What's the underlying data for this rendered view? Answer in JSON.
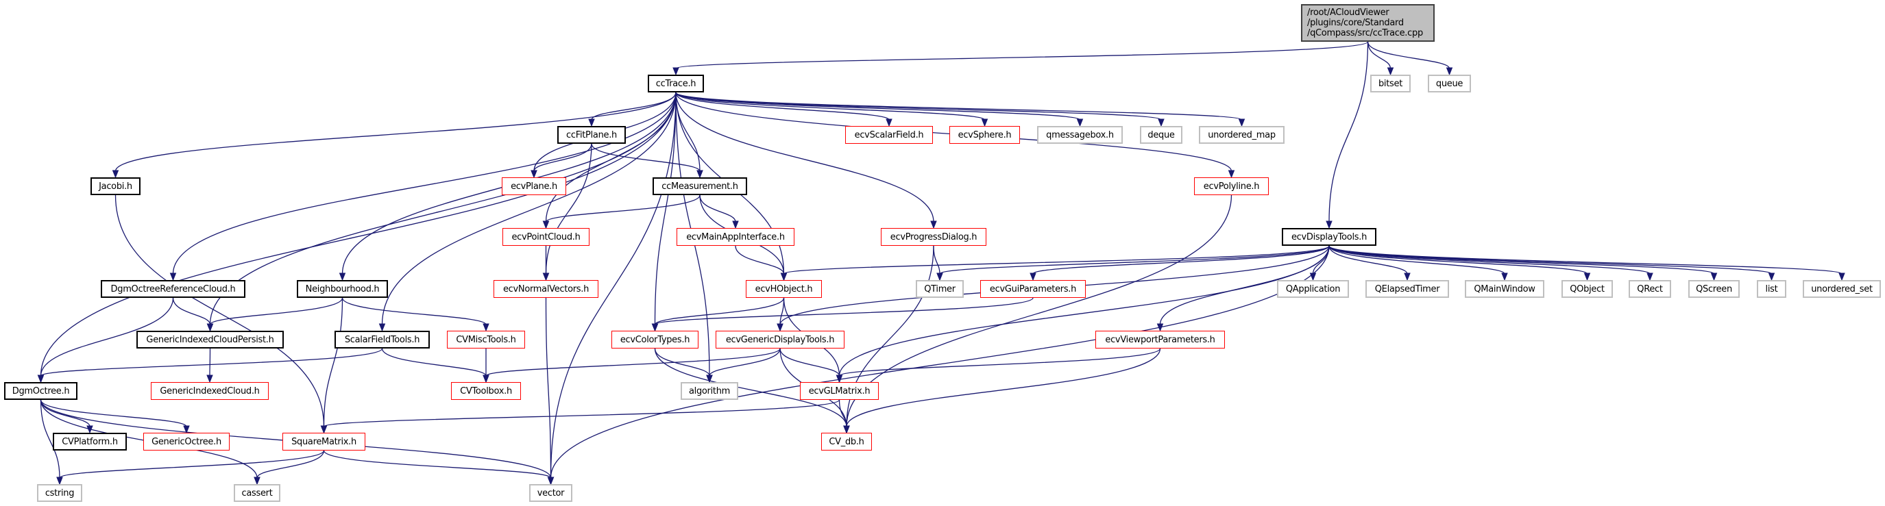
{
  "colors": {
    "edge": "#191970",
    "documented_border": "#000000",
    "incomplete_border": "#ff0000",
    "external_border": "#bfbfbf",
    "root_fill": "#bfbfbf"
  },
  "nodes": [
    {
      "id": "root",
      "label": "/root/ACloudViewer\n/plugins/core/Standard\n/qCompass/src/ccTrace.cpp",
      "kind": "root"
    },
    {
      "id": "ccTrace",
      "label": "ccTrace.h",
      "kind": "doc"
    },
    {
      "id": "bitset",
      "label": "bitset",
      "kind": "ext"
    },
    {
      "id": "queue",
      "label": "queue",
      "kind": "ext"
    },
    {
      "id": "ecvDisplayTools",
      "label": "ecvDisplayTools.h",
      "kind": "doc"
    },
    {
      "id": "ecvScalarField",
      "label": "ecvScalarField.h",
      "kind": "red"
    },
    {
      "id": "ecvSphere",
      "label": "ecvSphere.h",
      "kind": "red"
    },
    {
      "id": "qmessagebox",
      "label": "qmessagebox.h",
      "kind": "ext"
    },
    {
      "id": "deque",
      "label": "deque",
      "kind": "ext"
    },
    {
      "id": "unordered_map",
      "label": "unordered_map",
      "kind": "ext"
    },
    {
      "id": "ecvPolyline",
      "label": "ecvPolyline.h",
      "kind": "red"
    },
    {
      "id": "ecvProgressDialog",
      "label": "ecvProgressDialog.h",
      "kind": "red"
    },
    {
      "id": "ecvMainAppInterface",
      "label": "ecvMainAppInterface.h",
      "kind": "red"
    },
    {
      "id": "ccMeasurement",
      "label": "ccMeasurement.h",
      "kind": "doc"
    },
    {
      "id": "ccFitPlane",
      "label": "ccFitPlane.h",
      "kind": "doc"
    },
    {
      "id": "ecvPlane",
      "label": "ecvPlane.h",
      "kind": "red"
    },
    {
      "id": "Jacobi",
      "label": "Jacobi.h",
      "kind": "doc"
    },
    {
      "id": "ecvPointCloud",
      "label": "ecvPointCloud.h",
      "kind": "red"
    },
    {
      "id": "DgmOctreeReferenceCloud",
      "label": "DgmOctreeReferenceCloud.h",
      "kind": "doc"
    },
    {
      "id": "Neighbourhood",
      "label": "Neighbourhood.h",
      "kind": "doc"
    },
    {
      "id": "ecvNormalVectors",
      "label": "ecvNormalVectors.h",
      "kind": "red"
    },
    {
      "id": "ecvHObject",
      "label": "ecvHObject.h",
      "kind": "red"
    },
    {
      "id": "QTimer",
      "label": "QTimer",
      "kind": "ext"
    },
    {
      "id": "ecvGuiParameters",
      "label": "ecvGuiParameters.h",
      "kind": "red"
    },
    {
      "id": "QApplication",
      "label": "QApplication",
      "kind": "ext"
    },
    {
      "id": "QElapsedTimer",
      "label": "QElapsedTimer",
      "kind": "ext"
    },
    {
      "id": "QMainWindow",
      "label": "QMainWindow",
      "kind": "ext"
    },
    {
      "id": "QObject",
      "label": "QObject",
      "kind": "ext"
    },
    {
      "id": "QRect",
      "label": "QRect",
      "kind": "ext"
    },
    {
      "id": "QScreen",
      "label": "QScreen",
      "kind": "ext"
    },
    {
      "id": "list",
      "label": "list",
      "kind": "ext"
    },
    {
      "id": "unordered_set",
      "label": "unordered_set",
      "kind": "ext"
    },
    {
      "id": "GenericIndexedCloudPersist",
      "label": "GenericIndexedCloudPersist.h",
      "kind": "doc"
    },
    {
      "id": "ScalarFieldTools",
      "label": "ScalarFieldTools.h",
      "kind": "doc"
    },
    {
      "id": "CVMiscTools",
      "label": "CVMiscTools.h",
      "kind": "red"
    },
    {
      "id": "ecvColorTypes",
      "label": "ecvColorTypes.h",
      "kind": "red"
    },
    {
      "id": "ecvGenericDisplayTools",
      "label": "ecvGenericDisplayTools.h",
      "kind": "red"
    },
    {
      "id": "ecvViewportParameters",
      "label": "ecvViewportParameters.h",
      "kind": "red"
    },
    {
      "id": "DgmOctree",
      "label": "DgmOctree.h",
      "kind": "doc"
    },
    {
      "id": "GenericIndexedCloud",
      "label": "GenericIndexedCloud.h",
      "kind": "red"
    },
    {
      "id": "CVToolbox",
      "label": "CVToolbox.h",
      "kind": "red"
    },
    {
      "id": "algorithm",
      "label": "algorithm",
      "kind": "ext"
    },
    {
      "id": "ecvGLMatrix",
      "label": "ecvGLMatrix.h",
      "kind": "red"
    },
    {
      "id": "CVPlatform",
      "label": "CVPlatform.h",
      "kind": "doc"
    },
    {
      "id": "GenericOctree",
      "label": "GenericOctree.h",
      "kind": "red"
    },
    {
      "id": "SquareMatrix",
      "label": "SquareMatrix.h",
      "kind": "red"
    },
    {
      "id": "CV_db",
      "label": "CV_db.h",
      "kind": "red"
    },
    {
      "id": "cstring",
      "label": "cstring",
      "kind": "ext"
    },
    {
      "id": "cassert",
      "label": "cassert",
      "kind": "ext"
    },
    {
      "id": "vector",
      "label": "vector",
      "kind": "ext"
    }
  ],
  "edges": [
    [
      "root",
      "ccTrace"
    ],
    [
      "root",
      "bitset"
    ],
    [
      "root",
      "queue"
    ],
    [
      "root",
      "ecvDisplayTools"
    ],
    [
      "ccTrace",
      "DgmOctree"
    ],
    [
      "ccTrace",
      "Jacobi"
    ],
    [
      "ccTrace",
      "DgmOctreeReferenceCloud"
    ],
    [
      "ccTrace",
      "GenericIndexedCloudPersist"
    ],
    [
      "ccTrace",
      "Neighbourhood"
    ],
    [
      "ccTrace",
      "ScalarFieldTools"
    ],
    [
      "ccTrace",
      "algorithm"
    ],
    [
      "ccTrace",
      "ecvPointCloud"
    ],
    [
      "ccTrace",
      "ecvPlane"
    ],
    [
      "ccTrace",
      "ccFitPlane"
    ],
    [
      "ccTrace",
      "ccMeasurement"
    ],
    [
      "ccTrace",
      "ecvHObject"
    ],
    [
      "ccTrace",
      "ecvColorTypes"
    ],
    [
      "ccTrace",
      "vector"
    ],
    [
      "ccTrace",
      "ecvProgressDialog"
    ],
    [
      "ccTrace",
      "ecvScalarField"
    ],
    [
      "ccTrace",
      "ecvSphere"
    ],
    [
      "ccTrace",
      "qmessagebox"
    ],
    [
      "ccTrace",
      "deque"
    ],
    [
      "ccTrace",
      "unordered_map"
    ],
    [
      "ccTrace",
      "ecvPolyline"
    ],
    [
      "ccFitPlane",
      "ecvPlane"
    ],
    [
      "ccFitPlane",
      "ccMeasurement"
    ],
    [
      "ccFitPlane",
      "ecvNormalVectors"
    ],
    [
      "ccMeasurement",
      "ecvPointCloud"
    ],
    [
      "ccMeasurement",
      "ecvHObject"
    ],
    [
      "ccMeasurement",
      "ecvMainAppInterface"
    ],
    [
      "ecvMainAppInterface",
      "ecvHObject"
    ],
    [
      "ecvPointCloud",
      "ecvNormalVectors"
    ],
    [
      "ecvNormalVectors",
      "vector"
    ],
    [
      "ecvProgressDialog",
      "QTimer"
    ],
    [
      "ecvProgressDialog",
      "CV_db"
    ],
    [
      "ecvPolyline",
      "CV_db"
    ],
    [
      "Jacobi",
      "SquareMatrix"
    ],
    [
      "DgmOctreeReferenceCloud",
      "GenericIndexedCloudPersist"
    ],
    [
      "DgmOctreeReferenceCloud",
      "DgmOctree"
    ],
    [
      "Neighbourhood",
      "GenericIndexedCloudPersist"
    ],
    [
      "Neighbourhood",
      "CVMiscTools"
    ],
    [
      "Neighbourhood",
      "SquareMatrix"
    ],
    [
      "GenericIndexedCloudPersist",
      "GenericIndexedCloud"
    ],
    [
      "ScalarFieldTools",
      "DgmOctree"
    ],
    [
      "ScalarFieldTools",
      "CVToolbox"
    ],
    [
      "CVMiscTools",
      "CVToolbox"
    ],
    [
      "DgmOctree",
      "CVPlatform"
    ],
    [
      "DgmOctree",
      "GenericOctree"
    ],
    [
      "DgmOctree",
      "cstring"
    ],
    [
      "DgmOctree",
      "cassert"
    ],
    [
      "DgmOctree",
      "vector"
    ],
    [
      "SquareMatrix",
      "cstring"
    ],
    [
      "SquareMatrix",
      "cassert"
    ],
    [
      "SquareMatrix",
      "vector"
    ],
    [
      "ecvHObject",
      "ecvColorTypes"
    ],
    [
      "ecvHObject",
      "ecvGenericDisplayTools"
    ],
    [
      "ecvHObject",
      "ecvGLMatrix"
    ],
    [
      "ecvColorTypes",
      "algorithm"
    ],
    [
      "ecvColorTypes",
      "CV_db"
    ],
    [
      "ecvGenericDisplayTools",
      "CVToolbox"
    ],
    [
      "ecvGenericDisplayTools",
      "algorithm"
    ],
    [
      "ecvGenericDisplayTools",
      "ecvGLMatrix"
    ],
    [
      "ecvGenericDisplayTools",
      "CV_db"
    ],
    [
      "ecvGLMatrix",
      "SquareMatrix"
    ],
    [
      "ecvGLMatrix",
      "CV_db"
    ],
    [
      "ecvGuiParameters",
      "ecvColorTypes"
    ],
    [
      "ecvViewportParameters",
      "ecvGLMatrix"
    ],
    [
      "ecvViewportParameters",
      "CV_db"
    ],
    [
      "ecvDisplayTools",
      "ecvHObject"
    ],
    [
      "ecvDisplayTools",
      "QTimer"
    ],
    [
      "ecvDisplayTools",
      "ecvGuiParameters"
    ],
    [
      "ecvDisplayTools",
      "ecvGenericDisplayTools"
    ],
    [
      "ecvDisplayTools",
      "ecvGLMatrix"
    ],
    [
      "ecvDisplayTools",
      "ecvViewportParameters"
    ],
    [
      "ecvDisplayTools",
      "vector"
    ],
    [
      "ecvDisplayTools",
      "QApplication"
    ],
    [
      "ecvDisplayTools",
      "QElapsedTimer"
    ],
    [
      "ecvDisplayTools",
      "QMainWindow"
    ],
    [
      "ecvDisplayTools",
      "QObject"
    ],
    [
      "ecvDisplayTools",
      "QRect"
    ],
    [
      "ecvDisplayTools",
      "QScreen"
    ],
    [
      "ecvDisplayTools",
      "list"
    ],
    [
      "ecvDisplayTools",
      "unordered_set"
    ]
  ]
}
